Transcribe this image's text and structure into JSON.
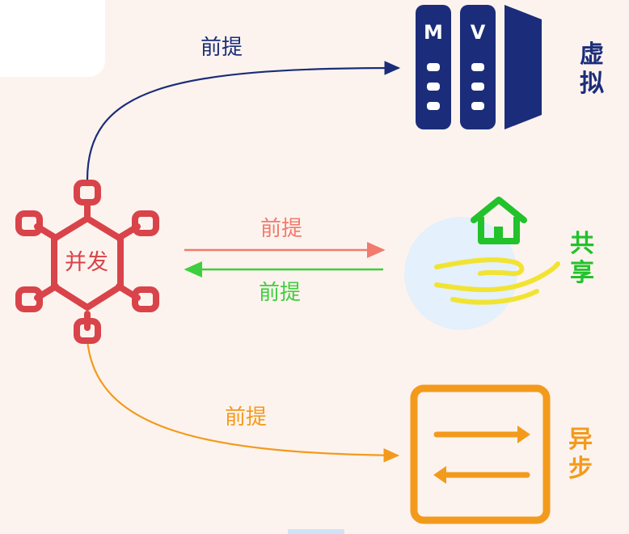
{
  "center": {
    "label": "并发",
    "color": "#d9434a"
  },
  "virtual": {
    "chars": [
      "虚",
      "拟"
    ],
    "color": "#1b2d7a",
    "link_label": "前提",
    "server_letters": [
      "M",
      "V"
    ]
  },
  "shared": {
    "chars": [
      "共",
      "享"
    ],
    "color": "#22c22a",
    "link_label_to": "前提",
    "link_label_from": "前提",
    "to_color": "#f07b6e",
    "from_color": "#3dcf3d"
  },
  "async": {
    "chars": [
      "异",
      "步"
    ],
    "color": "#f39a1c",
    "link_label": "前提"
  }
}
